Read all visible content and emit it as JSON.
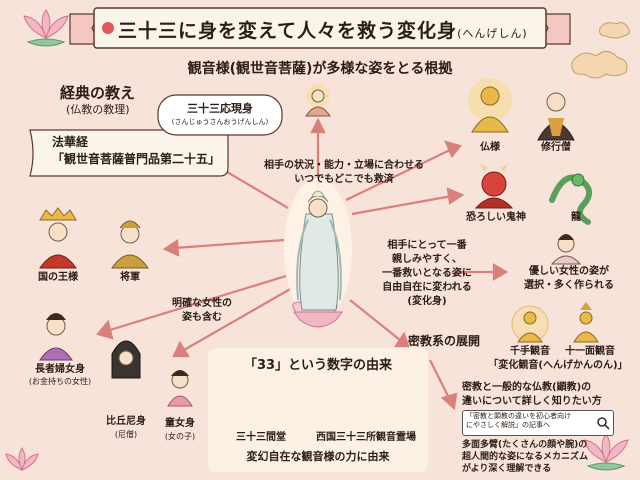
{
  "header": {
    "title": "三十三に身を変えて人々を救う変化身",
    "title_reading": "(へんげしん)",
    "subtitle": "観音様(観世音菩薩)が多様な姿をとる根拠"
  },
  "sutra": {
    "heading": "経典の教え",
    "heading_sub": "(仏教の教理)",
    "name": "法華経",
    "chapter": "「観世音菩薩普門品第二十五」",
    "bubble_title": "三十三応現身",
    "bubble_reading": "(さんじゅうさんおうげんしん)"
  },
  "center": {
    "top_text_1": "相手の状況・能力・立場に合わせる",
    "top_text_2": "いつでもどこでも救済",
    "right_text_1": "相手にとって一番",
    "right_text_2": "親しみやすく、",
    "right_text_3": "一番救いとなる姿に",
    "right_text_4": "自由自在に変われる",
    "right_text_5": "(変化身)",
    "left_text_1": "明確な女性の",
    "left_text_2": "姿も含む"
  },
  "figures": {
    "buddha": "仏様",
    "monk": "修行僧",
    "demon": "恐ろしい鬼神",
    "dragon": "龍",
    "king": "国の王様",
    "general": "将軍",
    "elder_1": "長者婦女身",
    "elder_2": "(お金持ちの女性)",
    "nun_1": "比丘尼身",
    "nun_2": "(尼僧)",
    "girl_1": "童女身",
    "girl_2": "(女の子)"
  },
  "female": {
    "line1": "優しい女性の姿が",
    "line2": "選択・多く作られる"
  },
  "esoteric": {
    "title": "密教系の展開",
    "senju": "千手観音",
    "juichimen": "十一面観音",
    "kannon_form": "「変化観音(へんげかんのん)」",
    "compare_1": "密教と一般的な仏教(顕教)の",
    "compare_2": "違いについて詳しく知りたい方",
    "search_1": "「密教と顕教の違いを初心者向け",
    "search_2": "にやさしく解説」の記事へ",
    "arms_1": "多面多臂(たくさんの顔や腕)の",
    "arms_2": "超人間的な姿になるメカニズム",
    "arms_3": "がより深く理解できる"
  },
  "origin": {
    "title": "「33」という数字の由来",
    "temple": "三十三間堂",
    "pilgrimage": "西国三十三所観音霊場",
    "summary": "変幻自在な観音様の力に由来"
  },
  "colors": {
    "background": "#f7e3da",
    "arrow": "#d9807a",
    "banner": "#fbf4ea",
    "accent_red": "#e05a5a",
    "lotus": "#f2b7c4"
  }
}
